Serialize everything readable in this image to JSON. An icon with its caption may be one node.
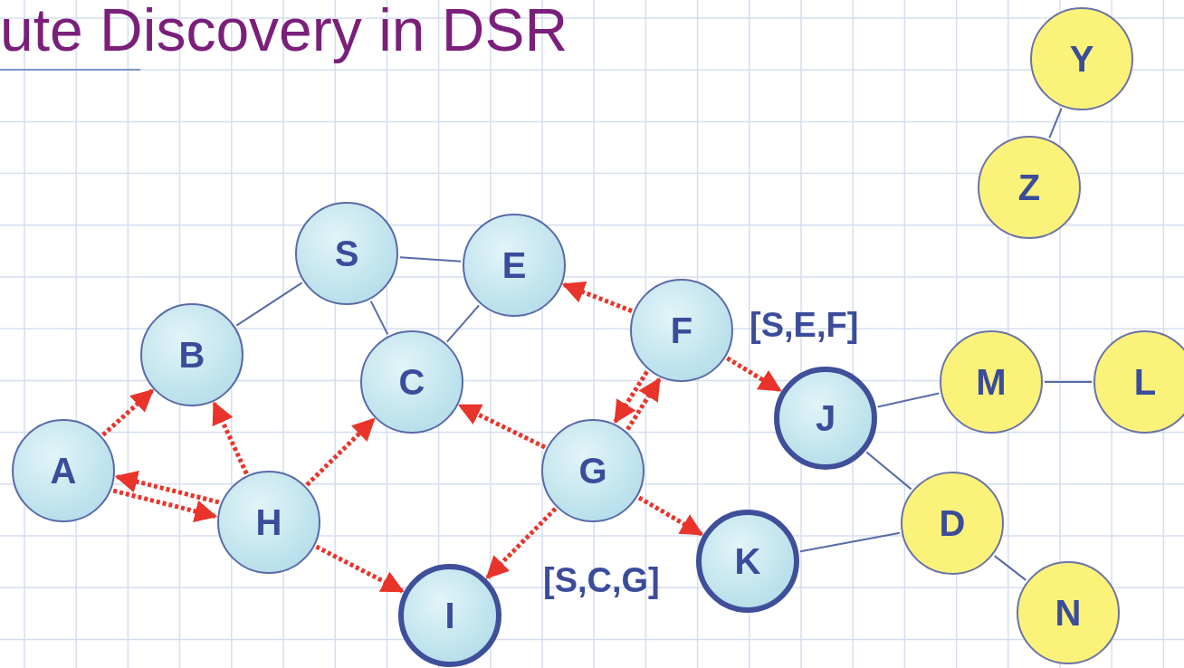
{
  "diagram": {
    "title": "ute Discovery in DSR",
    "nodes": [
      {
        "text": [
          "Y"
        ]
      },
      {
        "text": [
          "Z"
        ]
      },
      {
        "text": [
          "S"
        ]
      },
      {
        "text": [
          "E"
        ]
      },
      {
        "text": [
          "B"
        ]
      },
      {
        "text": [
          "F"
        ]
      },
      {
        "text": [
          "C"
        ]
      },
      {
        "text": [
          "M"
        ]
      },
      {
        "text": [
          "L"
        ]
      },
      {
        "text": [
          "J"
        ],
        "beside": [
          "[S,E,F]"
        ]
      },
      {
        "text": [
          "A"
        ]
      },
      {
        "text": [
          "G"
        ]
      },
      {
        "text": [
          "H"
        ]
      },
      {
        "text": [
          "D"
        ]
      },
      {
        "text": [
          "K"
        ],
        "beside": [
          "[S,C,G]"
        ]
      },
      {
        "text": [
          "N"
        ]
      },
      {
        "text": [
          "I"
        ]
      }
    ],
    "edges": [
      {
        "from": 0,
        "to": 1,
        "arrow": "none",
        "color": "#5a6aa8"
      },
      {
        "from": 2,
        "to": 4,
        "arrow": "none",
        "color": "#5a6aa8"
      },
      {
        "from": 2,
        "to": 3,
        "arrow": "none",
        "color": "#5a6aa8"
      },
      {
        "from": 2,
        "to": 6,
        "arrow": "none",
        "color": "#5a6aa8"
      },
      {
        "from": 3,
        "to": 6,
        "arrow": "none",
        "color": "#5a6aa8"
      },
      {
        "from": 9,
        "to": 7,
        "arrow": "none",
        "color": "#5a6aa8"
      },
      {
        "from": 7,
        "to": 8,
        "arrow": "none",
        "color": "#5a6aa8"
      },
      {
        "from": 9,
        "to": 13,
        "arrow": "none",
        "color": "#5a6aa8"
      },
      {
        "from": 13,
        "to": 14,
        "arrow": "none",
        "color": "#5a6aa8"
      },
      {
        "from": 13,
        "to": 15,
        "arrow": "none",
        "color": "#5a6aa8"
      },
      {
        "from": 10,
        "to": 4,
        "arrow": "to",
        "style": "dashed"
      },
      {
        "from": 10,
        "to": 12,
        "arrow": "to",
        "style": "dashed"
      },
      {
        "from": 12,
        "to": 10,
        "arrow": "to",
        "style": "dashed"
      },
      {
        "from": 12,
        "to": 4,
        "arrow": "to",
        "style": "dashed"
      },
      {
        "from": 12,
        "to": 6,
        "arrow": "to",
        "style": "dashed"
      },
      {
        "from": 12,
        "to": 16,
        "arrow": "to",
        "style": "dashed"
      },
      {
        "from": 11,
        "to": 6,
        "arrow": "to",
        "style": "dashed"
      },
      {
        "from": 11,
        "to": 16,
        "arrow": "to",
        "style": "dashed"
      },
      {
        "from": 11,
        "to": 14,
        "arrow": "to",
        "style": "dashed"
      },
      {
        "from": 11,
        "to": 5,
        "arrow": "to",
        "style": "dashed"
      },
      {
        "from": 5,
        "to": 11,
        "arrow": "to",
        "style": "dashed"
      },
      {
        "from": 5,
        "to": 3,
        "arrow": "to",
        "style": "dashed"
      },
      {
        "from": 5,
        "to": 9,
        "arrow": "to",
        "style": "dashed"
      }
    ]
  }
}
